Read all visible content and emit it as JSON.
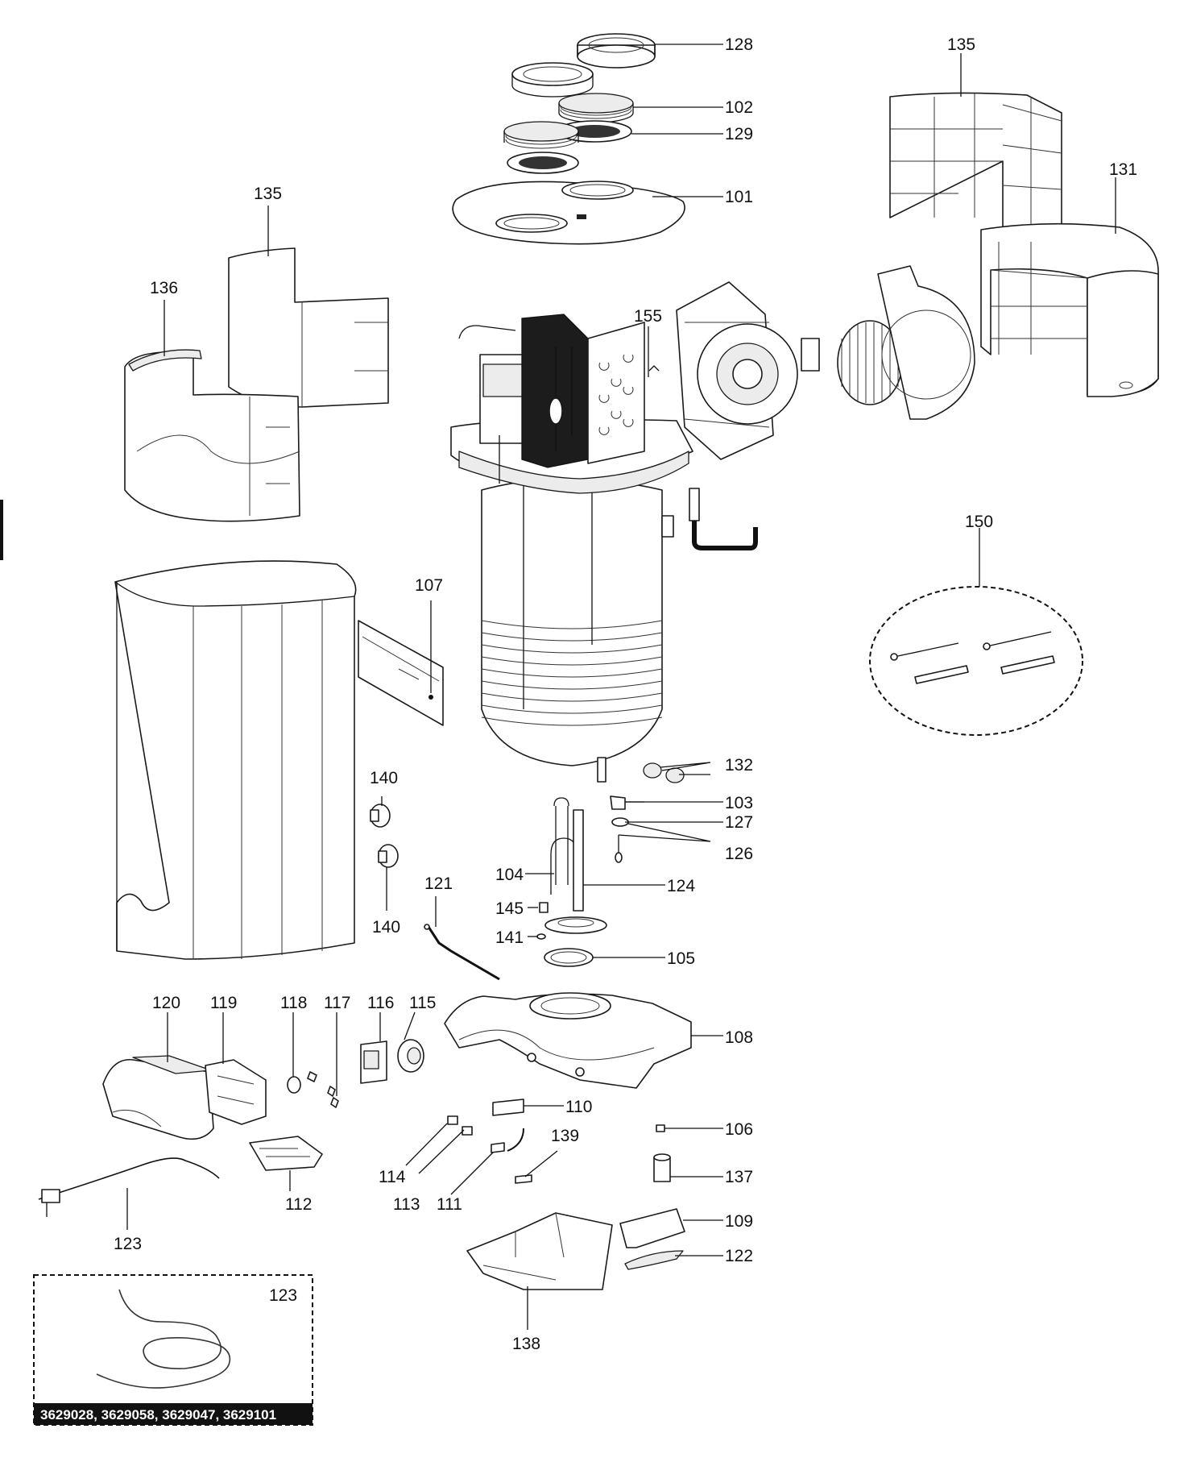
{
  "diagram": {
    "part_labels": [
      "128",
      "102",
      "129",
      "101",
      "135",
      "131",
      "135",
      "136",
      "155",
      "150",
      "107",
      "132",
      "103",
      "127",
      "126",
      "140",
      "104",
      "124",
      "145",
      "121",
      "140",
      "141",
      "105",
      "120",
      "119",
      "118",
      "117",
      "116",
      "115",
      "108",
      "110",
      "106",
      "139",
      "137",
      "114",
      "113",
      "111",
      "112",
      "109",
      "122",
      "123",
      "138",
      "123"
    ],
    "product_codes": "3629028, 3629058, 3629047, 3629101"
  }
}
